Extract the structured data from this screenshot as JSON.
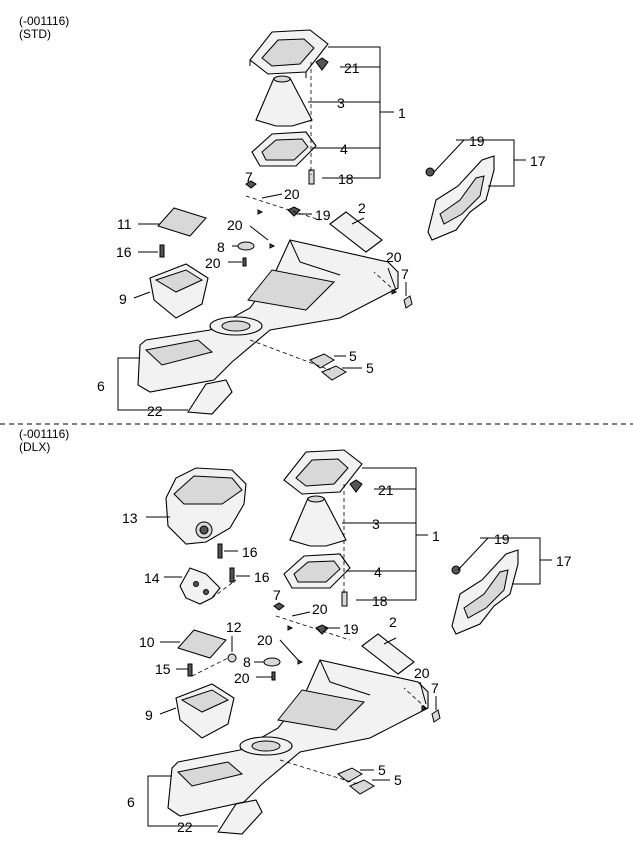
{
  "sections": [
    {
      "code": "(-001116)",
      "variant": "(STD)"
    },
    {
      "code": "(-001116)",
      "variant": "(DLX)"
    }
  ],
  "std_callouts": [
    "21",
    "3",
    "1",
    "4",
    "18",
    "7",
    "20",
    "19",
    "2",
    "20",
    "11",
    "16",
    "8",
    "20",
    "9",
    "20",
    "7",
    "5",
    "5",
    "6",
    "22",
    "19",
    "17"
  ],
  "dlx_callouts": [
    "21",
    "13",
    "3",
    "1",
    "16",
    "14",
    "16",
    "4",
    "18",
    "7",
    "20",
    "2",
    "20",
    "19",
    "10",
    "12",
    "8",
    "15",
    "20",
    "9",
    "20",
    "7",
    "5",
    "5",
    "6",
    "22",
    "19",
    "17"
  ]
}
